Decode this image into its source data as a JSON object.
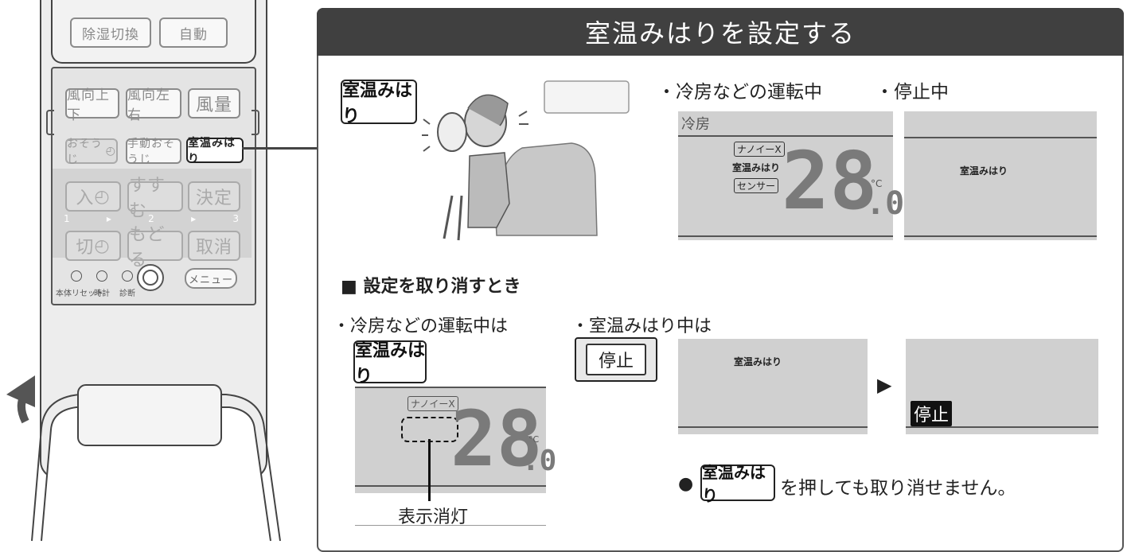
{
  "remote": {
    "dehumid_switch": "除湿切換",
    "auto": "自動",
    "vane_updown": "風向上下",
    "vane_leftright": "風向左右",
    "fan_speed": "風量",
    "osouji": "おそうじ",
    "manual_osouji": "手動おそうじ",
    "room_temp_watch": "室温みはり",
    "on_timer": "入",
    "advance": "すすむ",
    "decide": "決定",
    "step_labels": [
      "1",
      "2",
      "3"
    ],
    "off_timer": "切",
    "back": "もどる",
    "cancel": "取消",
    "menu": "メニュー",
    "reset_label": "本体リセット",
    "clock_label": "時計",
    "diag_label": "診断"
  },
  "header": {
    "title": "室温みはりを設定する"
  },
  "setup": {
    "button_label": "室温みはり",
    "during_operation": "・冷房などの運転中",
    "during_stop": "・停止中",
    "lcd_operation": {
      "mode": "冷房",
      "nanoe": "ナノイーX",
      "watch": "室温みはり",
      "sensor": "センサー",
      "temp_int": "28",
      "temp_dec": ".0",
      "unit": "°C"
    },
    "lcd_stop": {
      "watch": "室温みはり"
    }
  },
  "cancel": {
    "heading": "■ 設定を取り消すとき",
    "case_operation": "・冷房などの運転中は",
    "case_watching": "・室温みはり中は",
    "button_label": "室温みはり",
    "stop_button": "停止",
    "lcd_operation": {
      "nanoe": "ナノイーX",
      "temp_int": "28",
      "temp_dec": ".0",
      "unit": "°C"
    },
    "display_off_label": "表示消灯",
    "lcd_watch": {
      "watch": "室温みはり"
    },
    "lcd_stopped": {
      "stop": "停止"
    },
    "note_bullet": "●",
    "note_key": "室温みはり",
    "note_text": "を押しても取り消せません。"
  }
}
